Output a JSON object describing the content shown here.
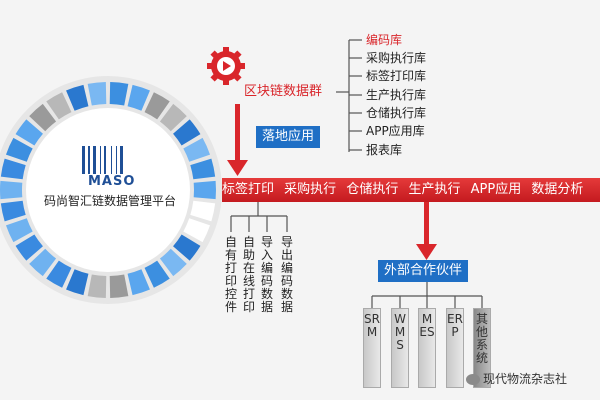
{
  "platform": {
    "logo_text": "MASO",
    "name": "码尚智汇链数据管理平台"
  },
  "blockchain": {
    "title": "区块链数据群",
    "libraries": [
      "编码库",
      "采购执行库",
      "标签打印库",
      "生产执行库",
      "仓储执行库",
      "APP应用库",
      "报表库"
    ]
  },
  "landing_label": "落地应用",
  "applications": [
    "标签打印",
    "采购执行",
    "仓储执行",
    "生产执行",
    "APP应用",
    "数据分析"
  ],
  "print_functions": [
    "自有打印控件",
    "自助在线打印",
    "导入编码数据",
    "导出编码数据"
  ],
  "partners": {
    "title": "外部合作伙伴",
    "systems": [
      "SRM",
      "WMS",
      "MES",
      "ERP",
      "其他系统"
    ]
  },
  "watermark": "现代物流杂志社",
  "colors": {
    "red": "#d9262b",
    "blue": "#1f6fc5",
    "grey": "#9a9a9a"
  }
}
